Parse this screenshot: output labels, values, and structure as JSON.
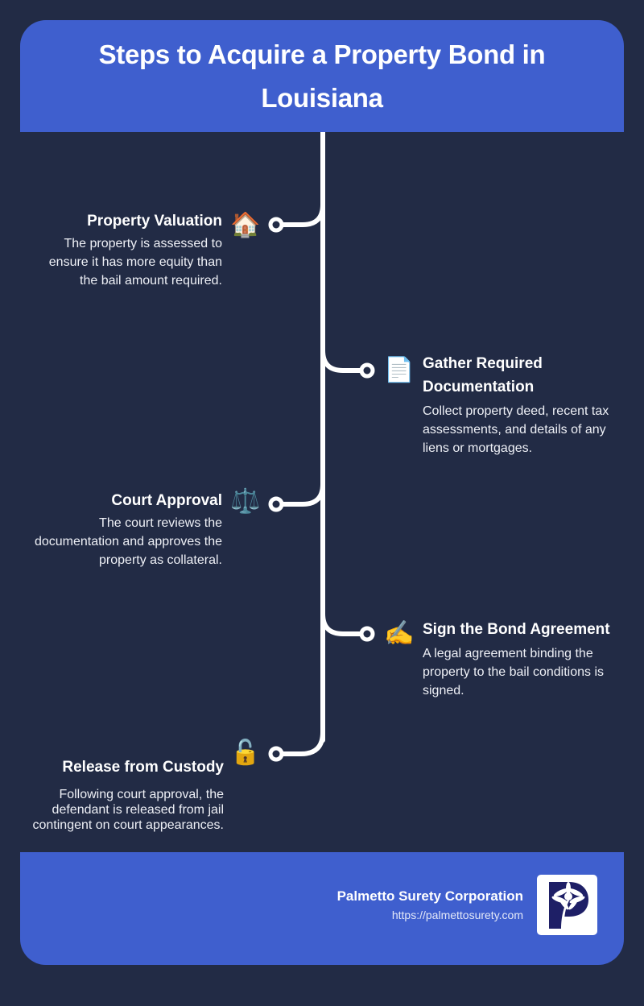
{
  "header": {
    "title": "Steps to Acquire a Property Bond in Louisiana"
  },
  "steps": [
    {
      "side": "left",
      "title": "Property Valuation",
      "description": "The property is assessed to ensure it has more equity than the bail amount required.",
      "icon": "🏠",
      "icon_name": "house-icon"
    },
    {
      "side": "right",
      "title": "Gather Required Documentation",
      "description": "Collect property deed, recent tax assessments, and details of any liens or mortgages.",
      "icon": "📄",
      "icon_name": "document-icon"
    },
    {
      "side": "left",
      "title": "Court Approval",
      "description": "The court reviews the documentation and approves the property as collateral.",
      "icon": "⚖️",
      "icon_name": "scales-icon"
    },
    {
      "side": "right",
      "title": "Sign the Bond Agreement",
      "description": "A legal agreement binding the property to the bail conditions is signed.",
      "icon": "✍️",
      "icon_name": "writing-hand-icon"
    },
    {
      "side": "left",
      "title": "Release from Custody",
      "description": "Following court approval, the defendant is released from jail contingent on court appearances.",
      "icon": "🔓",
      "icon_name": "unlocked-padlock-icon"
    }
  ],
  "footer": {
    "company_name": "Palmetto Surety Corporation",
    "url": "https://palmettosurety.com",
    "logo_letter": "P"
  },
  "colors": {
    "background": "#222b45",
    "accent": "#3f5fce",
    "line": "#ffffff",
    "logo_navy": "#1e1f66"
  }
}
